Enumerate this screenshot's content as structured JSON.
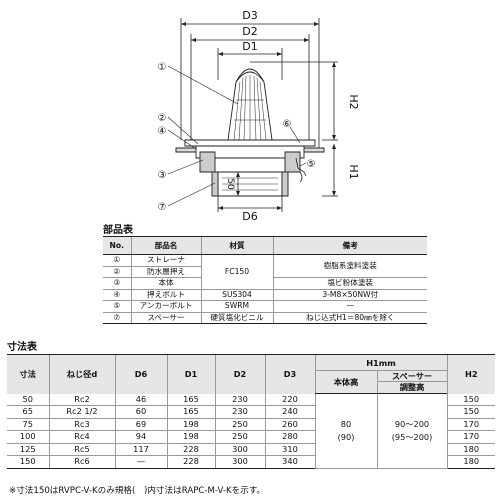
{
  "drawing": {
    "dims": {
      "d3": "D3",
      "d2": "D2",
      "d1": "D1",
      "h2": "H2",
      "h1": "H1",
      "d6": "D6",
      "depth": "50"
    },
    "callouts": [
      "①",
      "②",
      "③",
      "④",
      "⑤",
      "⑥",
      "⑦"
    ]
  },
  "parts_table": {
    "title": "部品表",
    "headers": [
      "No.",
      "部品名",
      "材質",
      "備考"
    ],
    "rows": [
      [
        "①",
        "ストレーナ",
        "",
        "樹脂系塗料塗装"
      ],
      [
        "②",
        "防水層押え",
        "FC150",
        ""
      ],
      [
        "③",
        "本体",
        "",
        "塩ビ粉体塗装"
      ],
      [
        "④",
        "押えボルト",
        "SUS304",
        "3-M8×50NW付"
      ],
      [
        "⑤",
        "アンカーボルト",
        "SWRM",
        "—"
      ],
      [
        "⑦",
        "スペーサー",
        "硬質塩化ビニル",
        "ねじ込式H1＝80㎜を除く"
      ]
    ]
  },
  "dims_table": {
    "title": "寸法表",
    "headers": {
      "size": "寸法",
      "thread": "ねじ径d",
      "d6": "D6",
      "d1": "D1",
      "d2": "D2",
      "d3": "D3",
      "h1": "H1mm",
      "body_height": "本体高",
      "spacer": "スペーサー",
      "adjust": "調整高",
      "h2": "H2"
    },
    "rows": [
      [
        "50",
        "Rc2",
        "46",
        "165",
        "230",
        "220",
        "150"
      ],
      [
        "65",
        "Rc2 1/2",
        "60",
        "165",
        "230",
        "240",
        "150"
      ],
      [
        "75",
        "Rc3",
        "69",
        "198",
        "250",
        "260",
        "170"
      ],
      [
        "100",
        "Rc4",
        "94",
        "198",
        "250",
        "280",
        "170"
      ],
      [
        "125",
        "Rc5",
        "117",
        "228",
        "300",
        "310",
        "180"
      ],
      [
        "150",
        "Rc6",
        "—",
        "228",
        "300",
        "340",
        "180"
      ]
    ],
    "h1_body": "80",
    "h1_body_alt": "(90)",
    "h1_adjust": "90～200",
    "h1_adjust_alt": "(95～200)"
  },
  "note": "※寸法150はRVPC-V-Kのみ規格(　)内寸法はRAPC-M-V-Kを示す。"
}
